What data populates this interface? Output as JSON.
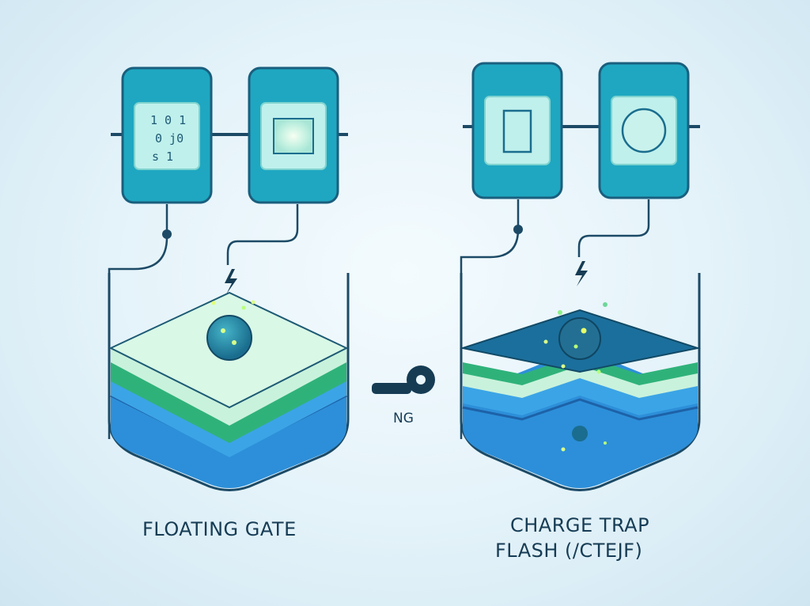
{
  "left": {
    "label": "FLOATING GATE",
    "chip_bits": [
      "1 0 1",
      "0 j0",
      "s 1"
    ]
  },
  "right": {
    "label_line1": "CHARGE TRAP",
    "label_line2": "FLASH (/CTEJF)"
  },
  "middle": {
    "key_label": "NG"
  },
  "colors": {
    "chip_fill": "#1fa7c1",
    "chip_border": "#1a5f7e",
    "chip_screen": "#bff0ec",
    "wire": "#1c4a66",
    "layer_light_green": "#c9f2dc",
    "layer_green": "#2fb27a",
    "layer_blue": "#2d8fd9",
    "layer_dark_blue": "#1d62a8",
    "text": "#163c54"
  },
  "icons": [
    "lightning-icon",
    "key-icon",
    "electron-dot"
  ]
}
